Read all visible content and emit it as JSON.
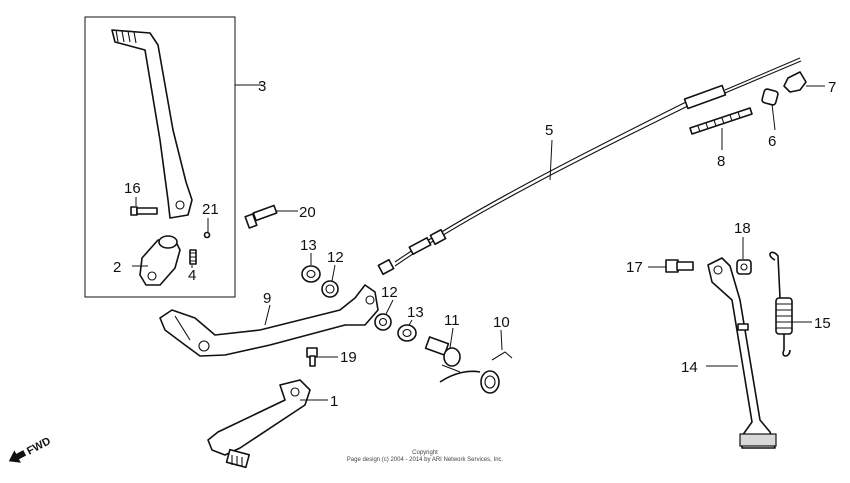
{
  "labels": {
    "l1": "1",
    "l2": "2",
    "l3": "3",
    "l4": "4",
    "l5": "5",
    "l6": "6",
    "l7": "7",
    "l8": "8",
    "l9": "9",
    "l10": "10",
    "l11": "11",
    "l12a": "12",
    "l12b": "12",
    "l13a": "13",
    "l13b": "13",
    "l14": "14",
    "l15": "15",
    "l16": "16",
    "l17": "17",
    "l18": "18",
    "l19": "19",
    "l20": "20",
    "l21": "21"
  },
  "direction": "FWD",
  "copyright": {
    "line1": "Copyright",
    "line2": "Page design (c) 2004 - 2014 by ARI Network Services, Inc."
  }
}
